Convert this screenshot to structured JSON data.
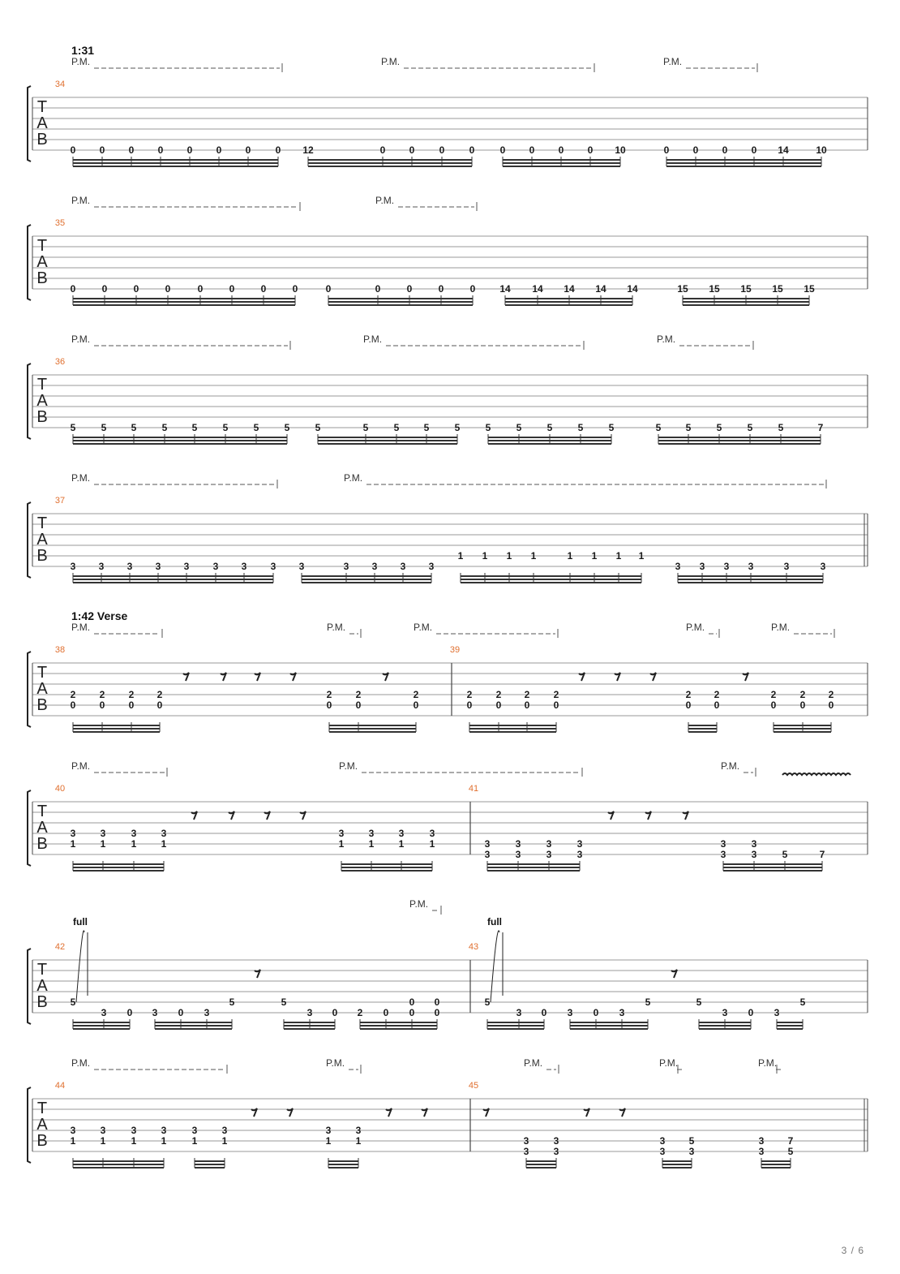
{
  "page": {
    "number_label": "3 / 6"
  },
  "colors": {
    "staff_line": "#9a9a9a",
    "fret_text": "#1a1a1a",
    "measure_number": "#e07030",
    "pm_dash": "#555555",
    "beam": "#333333"
  },
  "systems": [
    {
      "measure_numbers": [
        "34"
      ],
      "section_label": "1:31",
      "pm_labels": [
        "P.M.",
        "P.M.",
        "P.M."
      ],
      "notes": [
        [
          "0",
          "0",
          "0",
          "0",
          "0",
          "0",
          "0",
          "0"
        ],
        [
          "12",
          "0",
          "0",
          "0",
          "0"
        ],
        [
          "0",
          "0",
          "0",
          "0",
          "10"
        ],
        [
          "0",
          "0",
          "0",
          "0",
          "14",
          "10"
        ]
      ]
    },
    {
      "measure_numbers": [
        "35"
      ],
      "pm_labels": [
        "P.M.",
        "P.M."
      ],
      "notes": [
        [
          "0",
          "0",
          "0",
          "0",
          "0",
          "0",
          "0",
          "0"
        ],
        [
          "0",
          "0",
          "0",
          "0",
          "0"
        ],
        [
          "14",
          "14",
          "14",
          "14",
          "14"
        ],
        [
          "15",
          "15",
          "15",
          "15",
          "15"
        ]
      ]
    },
    {
      "measure_numbers": [
        "36"
      ],
      "pm_labels": [
        "P.M.",
        "P.M.",
        "P.M."
      ],
      "notes": [
        [
          "5",
          "5",
          "5",
          "5",
          "5",
          "5",
          "5",
          "5"
        ],
        [
          "5",
          "5",
          "5",
          "5",
          "5"
        ],
        [
          "5",
          "5",
          "5",
          "5",
          "5"
        ],
        [
          "5",
          "5",
          "5",
          "5",
          "5",
          "7"
        ]
      ]
    },
    {
      "measure_numbers": [
        "37"
      ],
      "pm_labels": [
        "P.M.",
        "P.M."
      ],
      "notes": [
        [
          "3",
          "3",
          "3",
          "3",
          "3",
          "3",
          "3",
          "3"
        ],
        [
          "3",
          "3",
          "3",
          "3",
          "3"
        ],
        [
          "1",
          "1",
          "1",
          "1",
          "1",
          "1",
          "1",
          "1"
        ],
        [
          "3",
          "3",
          "3",
          "3",
          "3",
          "3"
        ]
      ]
    },
    {
      "measure_numbers": [
        "38",
        "39"
      ],
      "section_label": "1:42 Verse",
      "pm_labels": [
        "P.M.",
        "P.M.",
        "P.M.",
        "P.M.",
        "P.M."
      ],
      "notes": [
        [
          "2/0",
          "2/0",
          "2/0",
          "2/0"
        ],
        [
          "2/0",
          "2/0",
          "2/0"
        ],
        [
          "2/0",
          "2/0",
          "2/0",
          "2/0"
        ],
        [
          "2/0",
          "2/0"
        ],
        [
          "2/0",
          "2/0",
          "2/0"
        ]
      ]
    },
    {
      "measure_numbers": [
        "40",
        "41"
      ],
      "pm_labels": [
        "P.M.",
        "P.M.",
        "P.M."
      ],
      "notes": [
        [
          "3/1",
          "3/1",
          "3/1",
          "3/1"
        ],
        [
          "3/1",
          "3/1",
          "3/1",
          "3/1"
        ],
        [
          "3/3",
          "3/3",
          "3/3",
          "3/3"
        ],
        [
          "3/3",
          "3/3",
          "5",
          "7"
        ]
      ]
    },
    {
      "measure_numbers": [
        "42",
        "43"
      ],
      "pm_labels": [
        "P.M."
      ],
      "bend_labels": [
        "full",
        "full"
      ],
      "notes": [
        [
          "5",
          "3",
          "0",
          "3",
          "0",
          "3",
          "5",
          "5",
          "3",
          "0",
          "2",
          "0",
          "0/0",
          "0/0"
        ],
        [
          "5",
          "3",
          "0",
          "3",
          "0",
          "3",
          "5",
          "5",
          "3",
          "0",
          "3",
          "5"
        ]
      ]
    },
    {
      "measure_numbers": [
        "44",
        "45"
      ],
      "pm_labels": [
        "P.M.",
        "P.M.",
        "P.M.",
        "P.M.",
        "P.M."
      ],
      "notes": [
        [
          "3/1",
          "3/1",
          "3/1",
          "3/1",
          "3/1",
          "3/1",
          "3/1",
          "3/1"
        ],
        [
          "3/3",
          "3/3",
          "3/3",
          "5/3",
          "3/3",
          "7/5"
        ]
      ]
    }
  ]
}
